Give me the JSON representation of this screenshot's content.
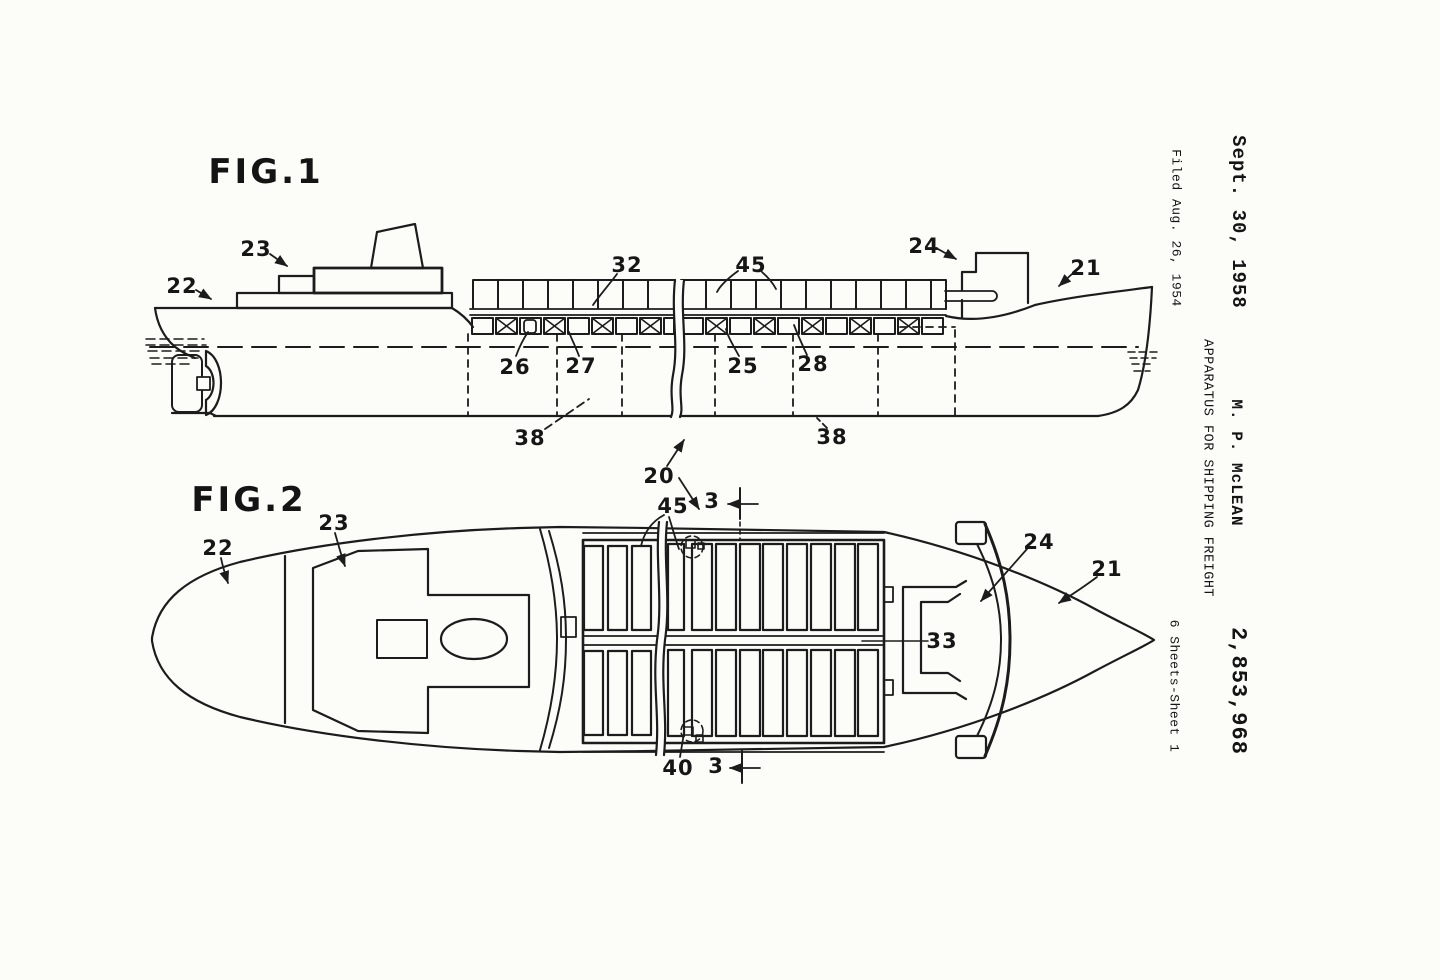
{
  "page": {
    "paper_color": "#fcfcf9",
    "ink_color": "#1c1c1c",
    "document_kind": "patent drawing sheet"
  },
  "header": {
    "issue_date": "Sept. 30, 1958",
    "filed": "Filed Aug. 26, 1954",
    "inventor": "M. P. McLEAN",
    "title": "APPARATUS FOR SHIPPING FREIGHT",
    "patent_number": "2,853,968",
    "sheet": "6 Sheets-Sheet 1"
  },
  "figure1": {
    "label": "FIG.1",
    "description": "side elevation of container ship",
    "callouts": [
      {
        "text": "23"
      },
      {
        "text": "22"
      },
      {
        "text": "32"
      },
      {
        "text": "45"
      },
      {
        "text": "24"
      },
      {
        "text": "21"
      },
      {
        "text": "26"
      },
      {
        "text": "27"
      },
      {
        "text": "25"
      },
      {
        "text": "28"
      },
      {
        "text": "38"
      },
      {
        "text": "38"
      },
      {
        "text": "20"
      }
    ]
  },
  "figure2": {
    "label": "FIG.2",
    "description": "deck plan of container ship",
    "callouts": [
      {
        "text": "23"
      },
      {
        "text": "22"
      },
      {
        "text": "45"
      },
      {
        "text": "3"
      },
      {
        "text": "24"
      },
      {
        "text": "21"
      },
      {
        "text": "33"
      },
      {
        "text": "40"
      },
      {
        "text": "3"
      }
    ]
  }
}
